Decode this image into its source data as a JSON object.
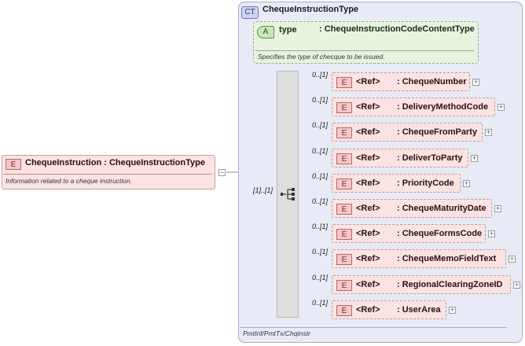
{
  "complex_type": {
    "badge": "CT",
    "name": "ChequeInstructionType"
  },
  "attribute": {
    "badge": "A",
    "name": "type",
    "type": ": ChequeInstructionCodeContentType",
    "doc": "Specifies the type of checque to be issued."
  },
  "root": {
    "badge": "E",
    "label": "ChequeInstruction",
    "type": ": ChequeInstructionType",
    "doc": "Information related to a cheque instruction."
  },
  "sequence_multiplicity": "[1]..[1]",
  "toggle_symbol": "+",
  "children": [
    {
      "badge": "E",
      "ref": "<Ref>",
      "name": ": ChequeNumber",
      "mult": "0..[1]"
    },
    {
      "badge": "E",
      "ref": "<Ref>",
      "name": ": DeliveryMethodCode",
      "mult": "0..[1]"
    },
    {
      "badge": "E",
      "ref": "<Ref>",
      "name": ": ChequeFromParty",
      "mult": "0..[1]"
    },
    {
      "badge": "E",
      "ref": "<Ref>",
      "name": ": DeliverToParty",
      "mult": "0..[1]"
    },
    {
      "badge": "E",
      "ref": "<Ref>",
      "name": ": PriorityCode",
      "mult": "0..[1]"
    },
    {
      "badge": "E",
      "ref": "<Ref>",
      "name": ": ChequeMaturityDate",
      "mult": "0..[1]"
    },
    {
      "badge": "E",
      "ref": "<Ref>",
      "name": ": ChequeFormsCode",
      "mult": "0..[1]"
    },
    {
      "badge": "E",
      "ref": "<Ref>",
      "name": ": ChequeMemoFieldText",
      "mult": "0..[1]"
    },
    {
      "badge": "E",
      "ref": "<Ref>",
      "name": ": RegionalClearingZoneID",
      "mult": "0..[1]"
    },
    {
      "badge": "E",
      "ref": "<Ref>",
      "name": ": UserArea",
      "mult": "0..[1]"
    }
  ],
  "path": "PmtInf/PmtTx/ChqInstr"
}
